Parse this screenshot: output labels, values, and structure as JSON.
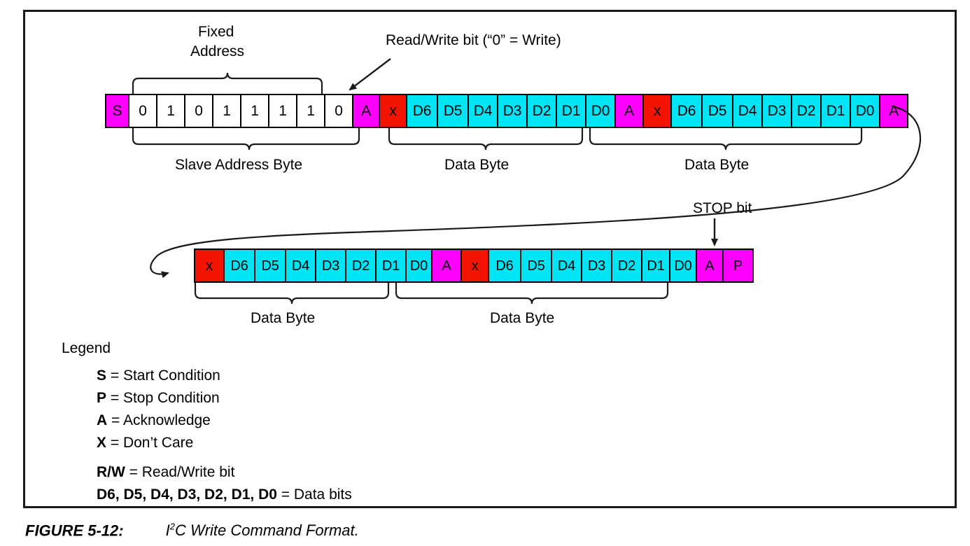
{
  "figure": {
    "caption_lead": "FIGURE 5-12:",
    "caption_title_pre": "I",
    "caption_title_sup": "2",
    "caption_title_post": "C Write Command Format."
  },
  "annotations": {
    "fixed_address_line1": "Fixed",
    "fixed_address_line2": "Address",
    "read_write_bit": "Read/Write bit (“0” = Write)",
    "stop_bit": "STOP bit",
    "slave_address_byte": "Slave Address Byte",
    "data_byte_1": "Data Byte",
    "data_byte_2": "Data Byte",
    "data_byte_3": "Data Byte",
    "data_byte_4": "Data Byte"
  },
  "row1": {
    "cells": [
      {
        "label": "S",
        "color": "magenta",
        "width": 33
      },
      {
        "label": "0",
        "color": "white",
        "width": 40
      },
      {
        "label": "1",
        "color": "white",
        "width": 40
      },
      {
        "label": "0",
        "color": "white",
        "width": 40
      },
      {
        "label": "1",
        "color": "white",
        "width": 40
      },
      {
        "label": "1",
        "color": "white",
        "width": 40
      },
      {
        "label": "1",
        "color": "white",
        "width": 40
      },
      {
        "label": "1",
        "color": "white",
        "width": 40
      },
      {
        "label": "0",
        "color": "white",
        "width": 40
      },
      {
        "label": "A",
        "color": "magenta",
        "width": 38
      },
      {
        "label": "x",
        "color": "red",
        "width": 39
      },
      {
        "label": "D6",
        "color": "cyan",
        "width": 44
      },
      {
        "label": "D5",
        "color": "cyan",
        "width": 44
      },
      {
        "label": "D4",
        "color": "cyan",
        "width": 42
      },
      {
        "label": "D3",
        "color": "cyan",
        "width": 42
      },
      {
        "label": "D2",
        "color": "cyan",
        "width": 42
      },
      {
        "label": "D1",
        "color": "cyan",
        "width": 42
      },
      {
        "label": "D0",
        "color": "cyan",
        "width": 42
      },
      {
        "label": "A",
        "color": "magenta",
        "width": 40
      },
      {
        "label": "x",
        "color": "red",
        "width": 40
      },
      {
        "label": "D6",
        "color": "cyan",
        "width": 44
      },
      {
        "label": "D5",
        "color": "cyan",
        "width": 44
      },
      {
        "label": "D4",
        "color": "cyan",
        "width": 42
      },
      {
        "label": "D3",
        "color": "cyan",
        "width": 42
      },
      {
        "label": "D2",
        "color": "cyan",
        "width": 42
      },
      {
        "label": "D1",
        "color": "cyan",
        "width": 42
      },
      {
        "label": "D0",
        "color": "cyan",
        "width": 42
      },
      {
        "label": "A",
        "color": "magenta",
        "width": 38
      }
    ]
  },
  "row2": {
    "cells": [
      {
        "label": "x",
        "color": "red",
        "width": 42
      },
      {
        "label": "D6",
        "color": "cyan",
        "width": 44
      },
      {
        "label": "D5",
        "color": "cyan",
        "width": 44
      },
      {
        "label": "D4",
        "color": "cyan",
        "width": 43
      },
      {
        "label": "D3",
        "color": "cyan",
        "width": 43
      },
      {
        "label": "D2",
        "color": "cyan",
        "width": 43
      },
      {
        "label": "D1",
        "color": "cyan",
        "width": 43
      },
      {
        "label": "D0",
        "color": "cyan",
        "width": 37
      },
      {
        "label": "A",
        "color": "magenta",
        "width": 42
      },
      {
        "label": "x",
        "color": "red",
        "width": 39
      },
      {
        "label": "D6",
        "color": "cyan",
        "width": 46
      },
      {
        "label": "D5",
        "color": "cyan",
        "width": 44
      },
      {
        "label": "D4",
        "color": "cyan",
        "width": 43
      },
      {
        "label": "D3",
        "color": "cyan",
        "width": 43
      },
      {
        "label": "D2",
        "color": "cyan",
        "width": 43
      },
      {
        "label": "D1",
        "color": "cyan",
        "width": 40
      },
      {
        "label": "D0",
        "color": "cyan",
        "width": 38
      },
      {
        "label": "A",
        "color": "magenta",
        "width": 38
      },
      {
        "label": "P",
        "color": "magenta",
        "width": 41
      }
    ]
  },
  "legend": {
    "title": "Legend",
    "entries": [
      {
        "symbol": "S",
        "text": " = Start Condition"
      },
      {
        "symbol": "P",
        "text": " = Stop Condition"
      },
      {
        "symbol": "A",
        "text": " = Acknowledge"
      },
      {
        "symbol": "X",
        "text": " = Don’t Care"
      },
      {
        "symbol": "R/W",
        "text": " = Read/Write bit"
      },
      {
        "symbol": "D6, D5, D4, D3, D2, D1, D0",
        "text": " = Data bits"
      }
    ]
  },
  "colors": {
    "magenta": "#ff00ff",
    "cyan": "#00e5f5",
    "red": "#f21400",
    "white": "#ffffff",
    "line": "#1a1a1a"
  }
}
